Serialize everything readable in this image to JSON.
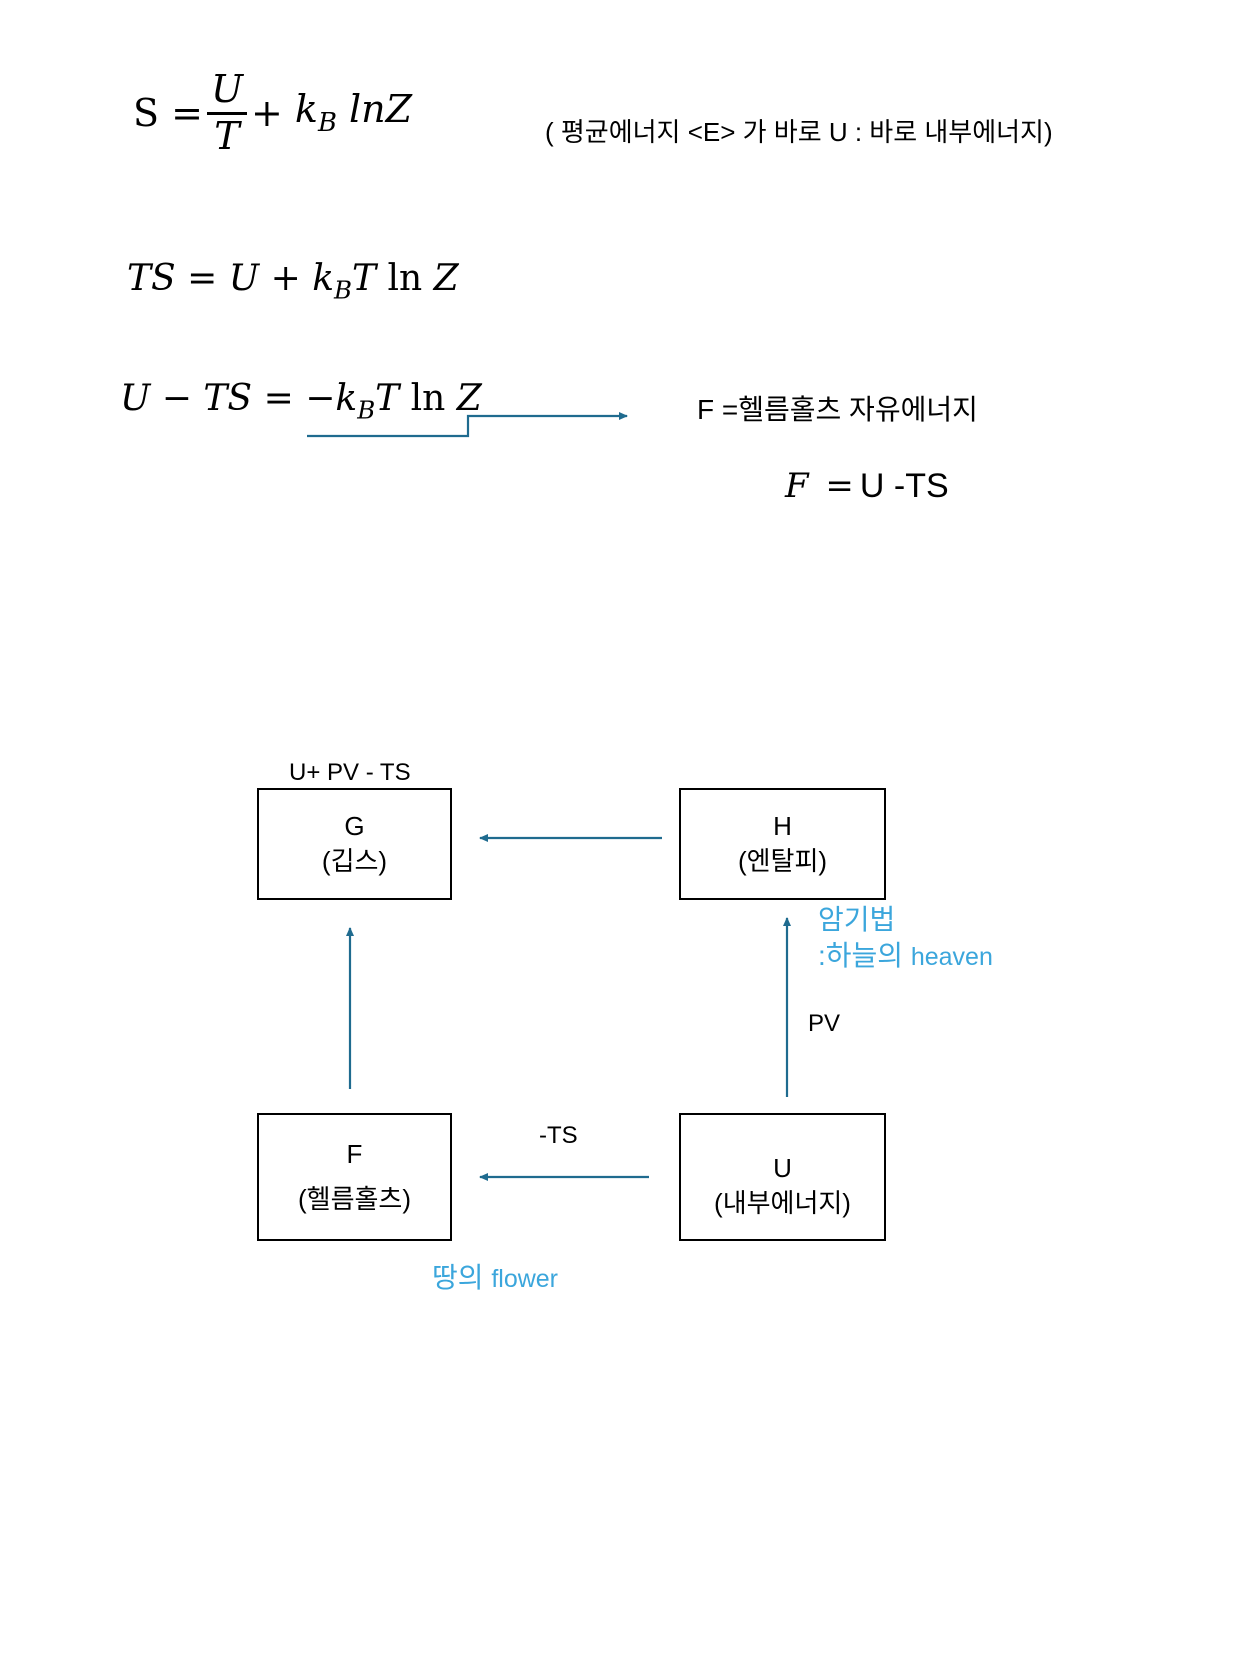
{
  "equations": {
    "entropy": {
      "lhs": "S =",
      "frac_num": "U",
      "frac_den": "T",
      "plus": "+",
      "k": "k",
      "k_sub": "B",
      "ln_term": "lnZ"
    },
    "entropy_note": "( 평균에너지 <E> 가 바로 U : 바로 내부에너지)",
    "ts_equation": {
      "lhs": "TS",
      "eq": "=",
      "u": "U",
      "plus": "+",
      "k": "k",
      "k_sub": "B",
      "t": "T",
      "ln": "ln",
      "z": "Z"
    },
    "helmholtz_equation": {
      "u": "U",
      "minus": "−",
      "ts": "TS",
      "eq": "=",
      "neg": "−",
      "k": "k",
      "k_sub": "B",
      "t": "T",
      "ln": "ln",
      "z": "Z"
    },
    "helmholtz_definition": "F =헬름홀츠  자유에너지",
    "helmholtz_formula": {
      "f": "F",
      "eq": "=",
      "rest": "U -TS"
    }
  },
  "diagram": {
    "top_label": "U+ PV - TS",
    "boxes": {
      "G": {
        "symbol": "G",
        "name": "(깁스)"
      },
      "H": {
        "symbol": "H",
        "name": "(엔탈피)"
      },
      "F": {
        "symbol": "F",
        "name": "(헬름홀츠)"
      },
      "U": {
        "symbol": "U",
        "name": "(내부에너지)"
      }
    },
    "arrow_labels": {
      "pv": "PV",
      "minus_ts": "-TS"
    },
    "mnemonic": {
      "title": "암기법",
      "heaven_prefix": ":하늘의",
      "heaven_word": "heaven",
      "earth_prefix": "땅의",
      "earth_word": "flower"
    },
    "colors": {
      "arrow": "#1f6b8f",
      "mnemonic_text": "#3ba6dc",
      "box_border": "#000000"
    }
  }
}
